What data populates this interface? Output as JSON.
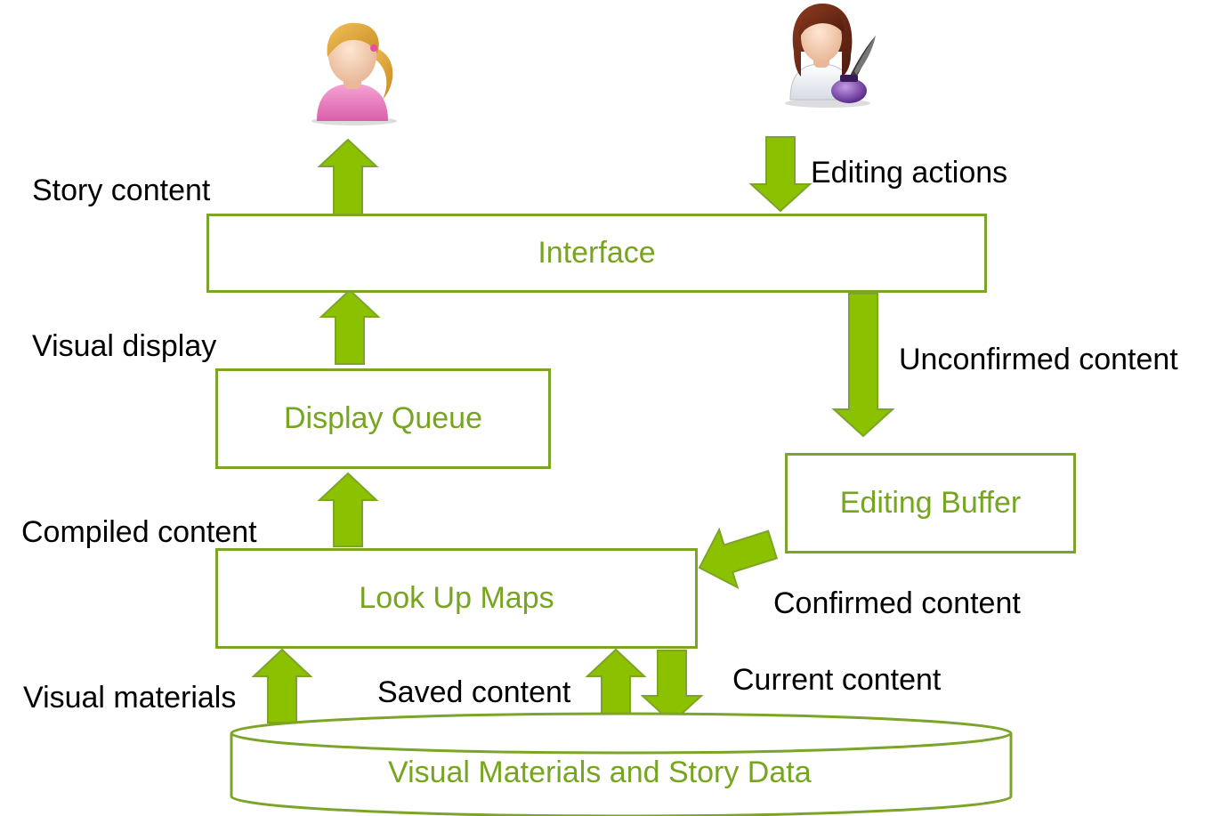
{
  "colors": {
    "box_border": "#7BA428",
    "box_text": "#77A51F",
    "arrow_fill": "#8CC100",
    "arrow_stroke": "#7BA428",
    "label_text": "#000000"
  },
  "users": {
    "reader_icon": "reader-avatar-icon",
    "editor_icon": "editor-with-quill-icon"
  },
  "boxes": {
    "interface": "Interface",
    "display_queue": "Display Queue",
    "editing_buffer": "Editing Buffer",
    "look_up_maps": "Look Up Maps",
    "database": "Visual Materials and Story Data"
  },
  "labels": {
    "story_content": "Story content",
    "editing_actions": "Editing actions",
    "visual_display": "Visual display",
    "unconfirmed_content": "Unconfirmed content",
    "compiled_content": "Compiled content",
    "confirmed_content": "Confirmed content",
    "visual_materials": "Visual materials",
    "saved_content": "Saved content",
    "current_content": "Current content"
  }
}
